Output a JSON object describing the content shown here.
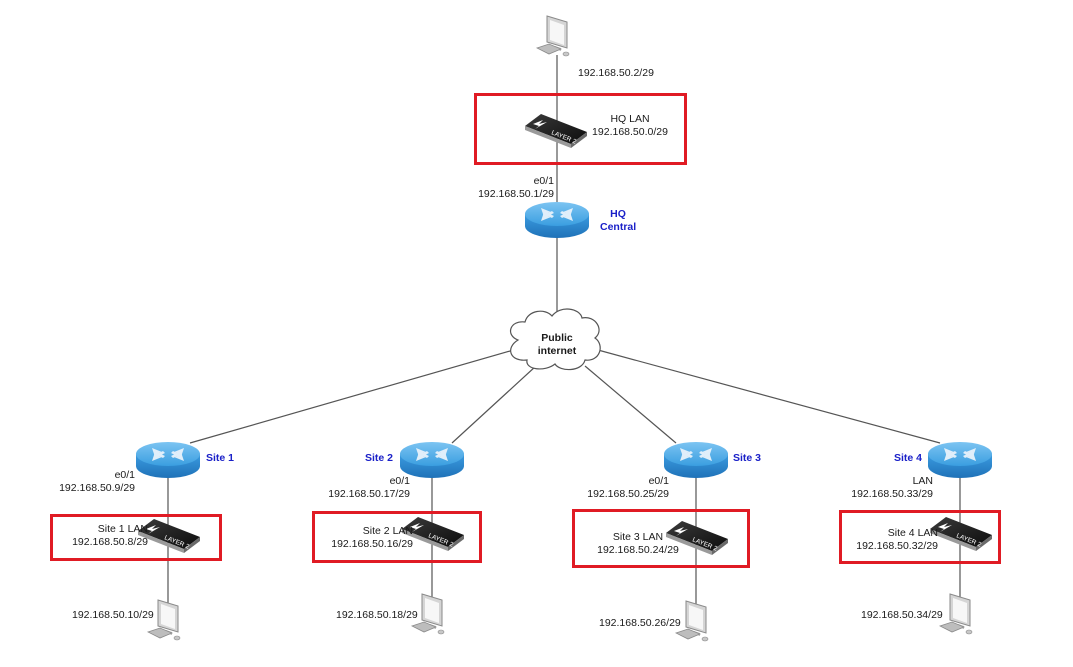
{
  "diagram": {
    "type": "network-topology",
    "colors": {
      "highlight_box": "#e01b24",
      "site_label": "#1a20c8",
      "router_blue": "#3a9ee0",
      "link": "#555555"
    },
    "hq": {
      "pc_ip": "192.168.50.2/29",
      "lan_name": "HQ LAN",
      "lan_subnet": "192.168.50.0/29",
      "router_iface": "e0/1",
      "router_ip": "192.168.50.1/29",
      "router_name_line1": "HQ",
      "router_name_line2": "Central"
    },
    "cloud": {
      "line1": "Public",
      "line2": "internet"
    },
    "sites": [
      {
        "name": "Site 1",
        "iface": "e0/1",
        "router_ip": "192.168.50.9/29",
        "lan_name": "Site 1 LAN",
        "lan_subnet": "192.168.50.8/29",
        "pc_ip": "192.168.50.10/29"
      },
      {
        "name": "Site 2",
        "iface": "e0/1",
        "router_ip": "192.168.50.17/29",
        "lan_name": "Site 2 LAN",
        "lan_subnet": "192.168.50.16/29",
        "pc_ip": "192.168.50.18/29"
      },
      {
        "name": "Site 3",
        "iface": "e0/1",
        "router_ip": "192.168.50.25/29",
        "lan_name": "Site 3 LAN",
        "lan_subnet": "192.168.50.24/29",
        "pc_ip": "192.168.50.26/29"
      },
      {
        "name": "Site 4",
        "iface": "LAN",
        "router_ip": "192.168.50.33/29",
        "lan_name": "Site 4 LAN",
        "lan_subnet": "192.168.50.32/29",
        "pc_ip": "192.168.50.34/29"
      }
    ],
    "switch_badge": "LAYER 2"
  }
}
